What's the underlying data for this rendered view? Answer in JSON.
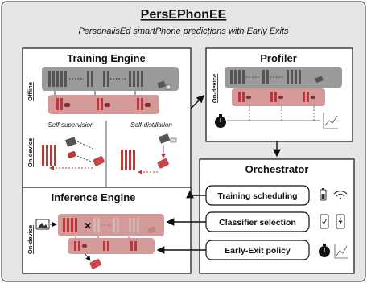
{
  "header": {
    "title": "PersEPhonEE",
    "subtitle": "PersonalisEd smartPhone predictions with Early Exits"
  },
  "training_engine": {
    "title": "Training Engine",
    "offline_label": "Offline",
    "ondevice_label": "On-device",
    "self_supervision": "Self-supervision",
    "self_distillation": "Self-distillation"
  },
  "profiler": {
    "title": "Profiler",
    "ondevice_label": "On-device"
  },
  "orchestrator": {
    "title": "Orchestrator",
    "items": [
      {
        "label": "Training scheduling",
        "icons": [
          "battery-icon",
          "wifi-icon"
        ]
      },
      {
        "label": "Classifier selection",
        "icons": [
          "phone-check-icon",
          "phone-charging-icon"
        ]
      },
      {
        "label": "Early-Exit policy",
        "icons": [
          "stopwatch-icon",
          "chart-trend-icon"
        ]
      }
    ]
  },
  "inference_engine": {
    "title": "Inference Engine",
    "ondevice_label": "On-device"
  },
  "colors": {
    "outer_bg": "#e6e6e6",
    "network_gray": "#9a9a9a",
    "network_red": "#d49a9a",
    "layer_dark": "#555555",
    "layer_red": "#b8393b",
    "exit_red": "#c8464a"
  }
}
